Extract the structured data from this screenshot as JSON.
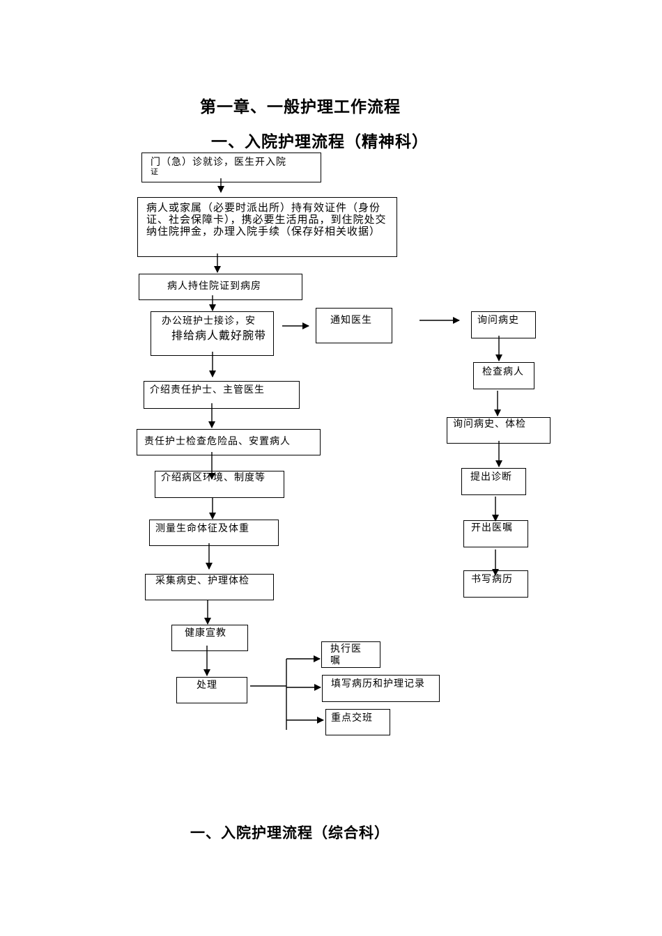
{
  "document": {
    "chapter_title": "第一章、一般护理工作流程",
    "section_title_psychiatry": "一、入院护理流程（精神科）",
    "section_title_general": "一、入院护理流程（综合科）"
  },
  "flowchart": {
    "main_steps": [
      {
        "id": "outpatient",
        "text": "门（急）诊就诊，医生开入院",
        "text_overflow": "证"
      },
      {
        "id": "admission-procedures",
        "text": "病人或家属（必要时派出所）持有效证件（身份证、社会保障卡），携必要生活用品，到住院处交纳住院押金，办理入院手续（保存好相关收据）"
      },
      {
        "id": "to-ward",
        "text": "病人持住院证到病房"
      },
      {
        "id": "office-nurse",
        "text": "办公班护士接诊，安",
        "text_line2": "排给病人戴好腕带"
      },
      {
        "id": "introduce-staff",
        "text": "介绍责任护士、主管医生"
      },
      {
        "id": "check-dangerous",
        "text": "责任护士检查危险品、安置病人"
      },
      {
        "id": "introduce-environment",
        "text": "介绍病区环境、制度等"
      },
      {
        "id": "vital-signs",
        "text": "测量生命体征及体重"
      },
      {
        "id": "collect-history",
        "text": "采集病史、护理体检"
      },
      {
        "id": "health-education",
        "text": "健康宣教"
      },
      {
        "id": "handling",
        "text": "处理"
      }
    ],
    "notify_doctor": "通知医生",
    "doctor_steps": [
      {
        "id": "ask-history",
        "text": "询问病史"
      },
      {
        "id": "examine-patient",
        "text": "检查病人"
      },
      {
        "id": "history-exam",
        "text": "询问病史、体检"
      },
      {
        "id": "diagnosis",
        "text": "提出诊断"
      },
      {
        "id": "orders",
        "text": "开出医嘱"
      },
      {
        "id": "medical-record",
        "text": "书写病历"
      }
    ],
    "handling_outcomes": [
      {
        "id": "execute-orders",
        "text": "执行医嘱"
      },
      {
        "id": "fill-records",
        "text": "填写病历和护理记录"
      },
      {
        "id": "key-handover",
        "text": "重点交班"
      }
    ]
  }
}
